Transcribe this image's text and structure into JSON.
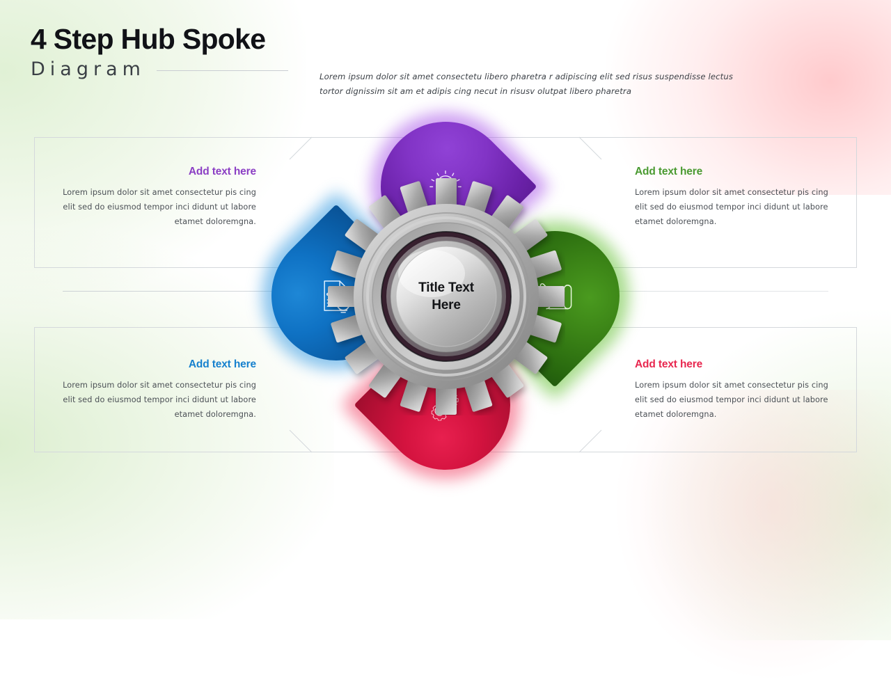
{
  "header": {
    "title_main": "4 Step Hub Spoke",
    "title_sub": "Diagram",
    "description": "Lorem ipsum dolor sit amet consectetu libero pharetra r adipiscing elit sed risus suspendisse lectus tortor dignissim sit am et adipis cing necut in risusv olutpat libero pharetra"
  },
  "hub": {
    "title_line1": "Title Text",
    "title_line2": "Here"
  },
  "body_text": "Lorem ipsum dolor sit amet consectetur pis cing elit sed do eiusmod tempor inci didunt ut labore etamet doloremgna.",
  "steps": [
    {
      "id": "step-top-left",
      "heading": "Add text here",
      "body": "Lorem ipsum dolor sit amet consectetur pis cing elit sed do eiusmod tempor inci didunt ut labore etamet doloremgna.",
      "color": "#8B3FC4",
      "icon": "lightbulb-bolt-icon",
      "position": "top-left"
    },
    {
      "id": "step-top-right",
      "heading": "Add text here",
      "body": "Lorem ipsum dolor sit amet consectetur pis cing elit sed do eiusmod tempor inci didunt ut labore etamet doloremgna.",
      "color": "#4A9A31",
      "icon": "pencil-scroll-icon",
      "position": "top-right"
    },
    {
      "id": "step-bottom-left",
      "heading": "Add text here",
      "body": "Lorem ipsum dolor sit amet consectetur pis cing elit sed do eiusmod tempor inci didunt ut labore etamet doloremgna.",
      "color": "#1781CE",
      "icon": "document-lightbulb-icon",
      "position": "bottom-left"
    },
    {
      "id": "step-bottom-right",
      "heading": "Add text here",
      "body": "Lorem ipsum dolor sit amet consectetur pis cing elit sed do eiusmod tempor inci didunt ut labore etamet doloremgna.",
      "color": "#E8274F",
      "icon": "code-gears-icon",
      "position": "bottom-right"
    }
  ],
  "theme": {
    "background": "#ffffff",
    "accent_green_wash": "#d6ecc7",
    "accent_pink_wash": "#ffbdc0",
    "frame_border": "#d4d8dc",
    "gear_metal_light": "#d8d8d8",
    "gear_metal_dark": "#8f8f8f",
    "heading_text": "#111217",
    "body_text": "#4a4f55"
  }
}
